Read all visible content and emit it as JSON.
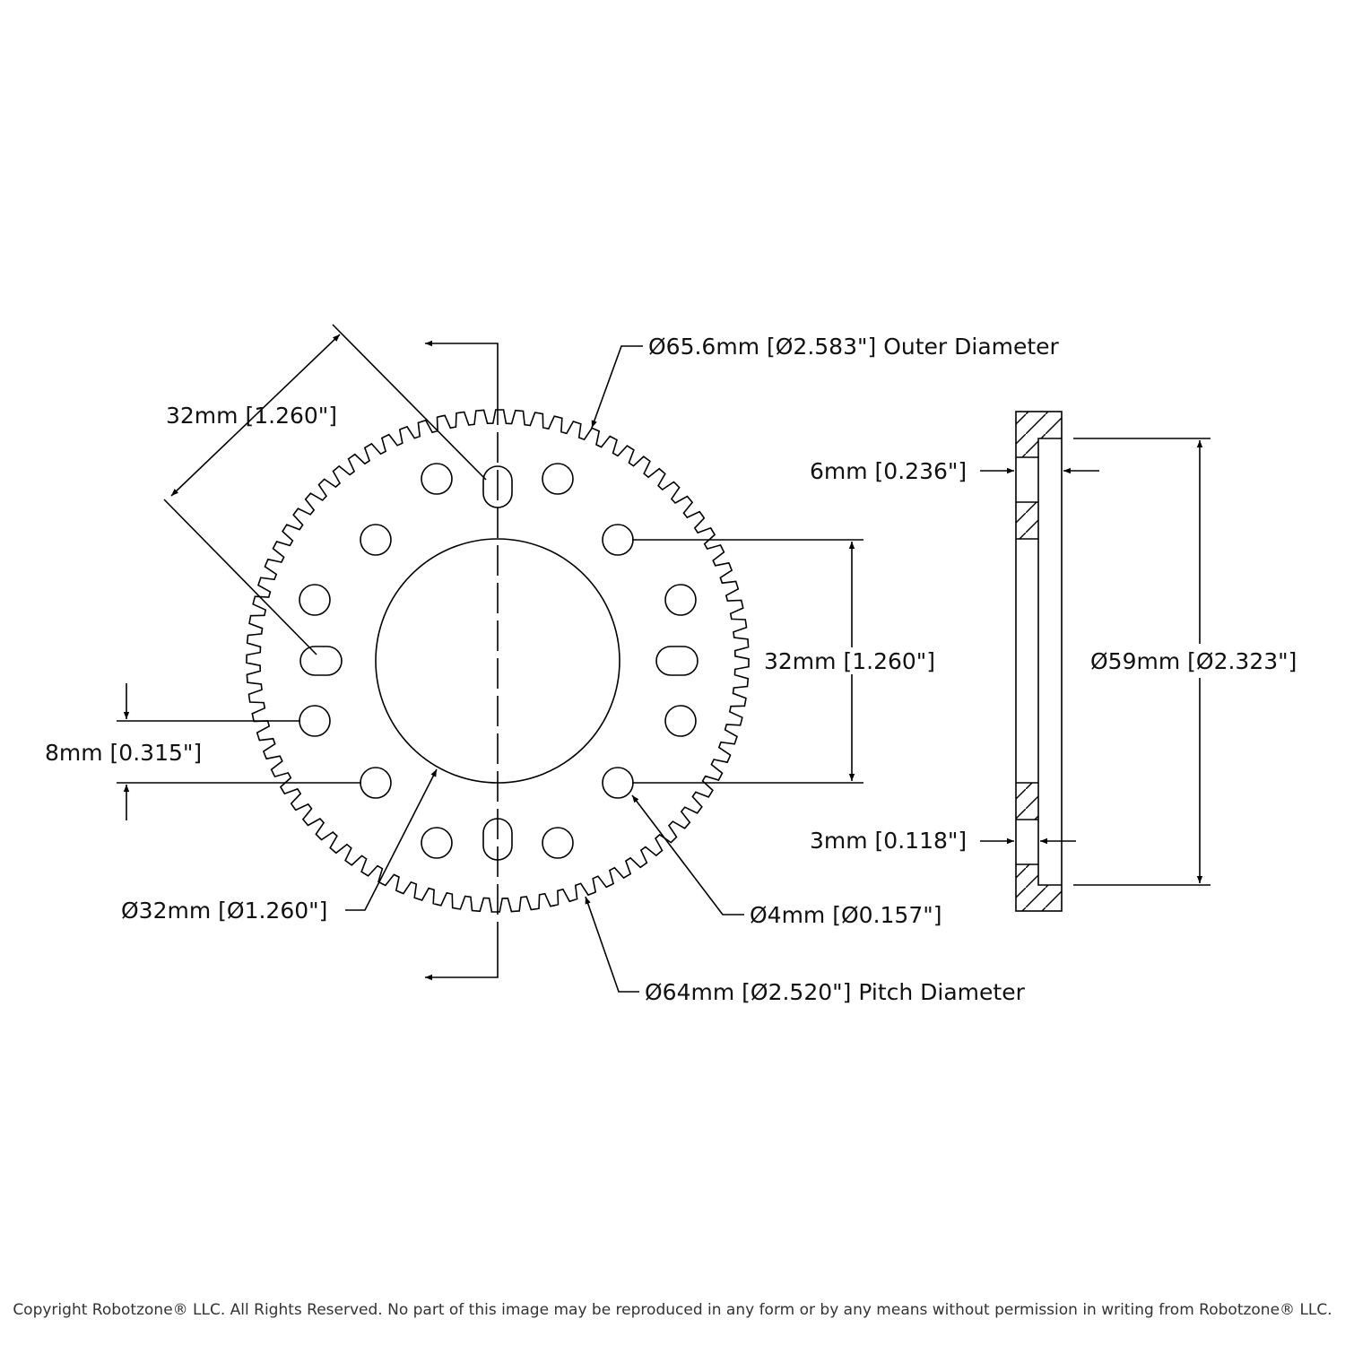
{
  "labels": {
    "outer_diameter": "Ø65.6mm [Ø2.583\"] Outer Diameter",
    "pitch_diameter": "Ø64mm [Ø2.520\"] Pitch Diameter",
    "diag_spacing": "32mm [1.260\"]",
    "vert_spacing": "32mm [1.260\"]",
    "hole_pitch": "8mm [0.315\"]",
    "bore": "Ø32mm [Ø1.260\"]",
    "hole": "Ø4mm [Ø0.157\"]",
    "thickness": "6mm [0.236\"]",
    "step": "3mm [0.118\"]",
    "hub_diameter": "Ø59mm [Ø2.323\"]"
  },
  "copyright": "Copyright Robotzone® LLC.  All Rights Reserved. No part of this image may be reproduced in any form or by any means without permission in writing from Robotzone® LLC."
}
